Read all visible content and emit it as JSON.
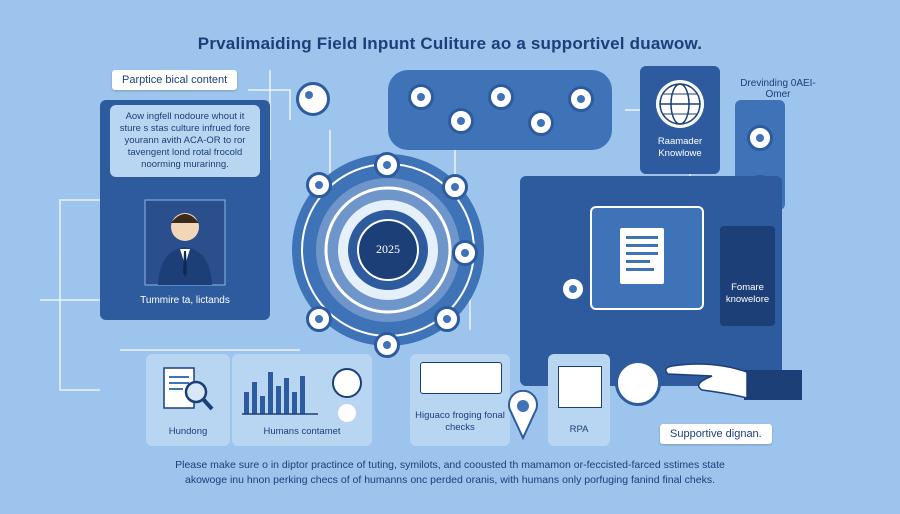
{
  "title": "Prvalimaiding Field Inpunt Culiture ао a supportivel duawow.",
  "left_panel": {
    "tag": "Parptice bical content",
    "body": "Aow ingfell nodoure whout it sture s stas culture infrued fore yourann avith ACA-OR tо ror tavengent lond rotal frocold noorming murarinng.",
    "caption": "Tummire ta, lictands"
  },
  "center": {
    "year": "2025"
  },
  "right_panel": {
    "label_top": "Drevinding 0AEI-Omer",
    "globe_caption": "Raamader Knowlowe",
    "doc_caption": "Fomare knowelore",
    "support_tag": "Supportive dignan."
  },
  "bottom_cards": {
    "card1": "Hundong",
    "card2": "Humans contamet",
    "card3": "Higuaco froging fonal checks",
    "card4": "RPA"
  },
  "footer": {
    "line1": "Please make sure o in diptor practince of tuting, symilots, and coousted th mamamon or-feccisted-farced sstimes state",
    "line2": "akowoge inu hnon perking checs of of humanns onc perded oranis, with humans only porfuging fanind final cheks."
  },
  "colors": {
    "background": "#9cc4ec",
    "dark_panel": "#2d5b9e",
    "mid_panel": "#3f73b8",
    "text": "#1c3f78"
  }
}
